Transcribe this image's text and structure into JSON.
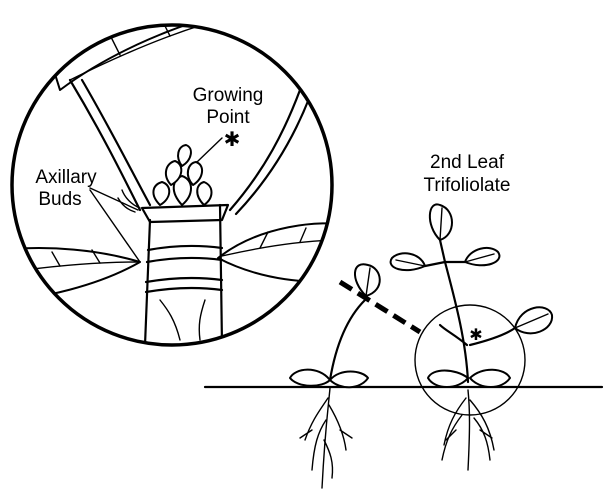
{
  "labels": {
    "growing_point_line1": "Growing",
    "growing_point_line2": "Point",
    "axillary_line1": "Axillary",
    "axillary_line2": "Buds",
    "second_leaf_line1": "2nd Leaf",
    "second_leaf_line2": "Trifoliolate"
  },
  "colors": {
    "ink": "#000000",
    "background": "#ffffff"
  },
  "icons": {
    "growing_point_marker": "star-icon",
    "small_circle_marker": "star-icon"
  }
}
